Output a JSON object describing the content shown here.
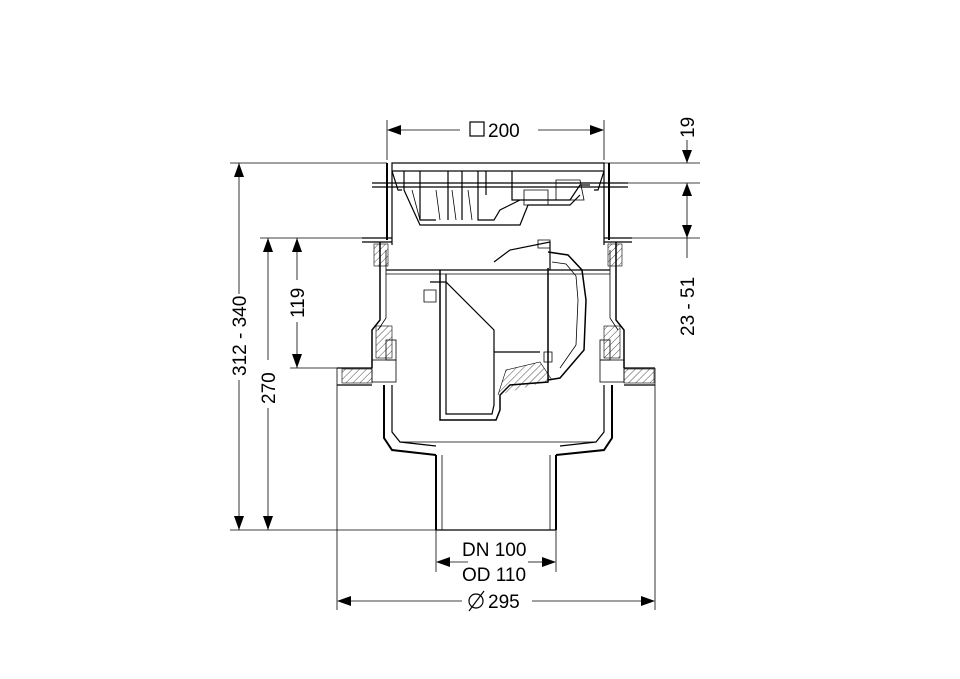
{
  "dimensions": {
    "top_width": "200",
    "top_width_symbol": "□",
    "top_offset": "19",
    "height_total": "312 - 340",
    "height_body": "270",
    "height_upper": "119",
    "adjust_range": "23 - 51",
    "outlet_dn": "DN 100",
    "outlet_od": "OD 110",
    "flange_diameter": "295",
    "flange_diameter_symbol": "∅"
  }
}
